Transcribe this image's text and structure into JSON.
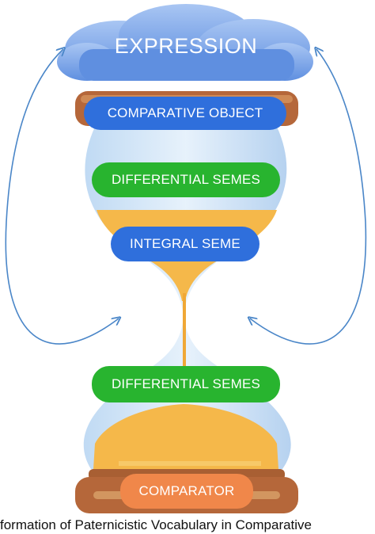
{
  "diagram": {
    "top_label": "EXPRESSION",
    "bands": [
      {
        "label": "COMPARATIVE OBJECT",
        "color": "blue"
      },
      {
        "label": "DIFFERENTIAL SEMES",
        "color": "green"
      },
      {
        "label": "INTEGRAL SEME",
        "color": "blue"
      },
      {
        "label": "DIFFERENTIAL SEMES",
        "color": "green"
      },
      {
        "label": "COMPARATOR",
        "color": "orange"
      }
    ]
  },
  "caption": "formation of Paternicistic Vocabulary in Comparative",
  "colors": {
    "cloud": "#7aa3e8",
    "label_blue": "#2f6fdc",
    "label_green": "#28b42f",
    "label_orange": "#f0874a",
    "sand": "#f5b84a",
    "glass": "#cfe3f7",
    "wood": "#b5673a",
    "arrow": "#4a86c8"
  }
}
